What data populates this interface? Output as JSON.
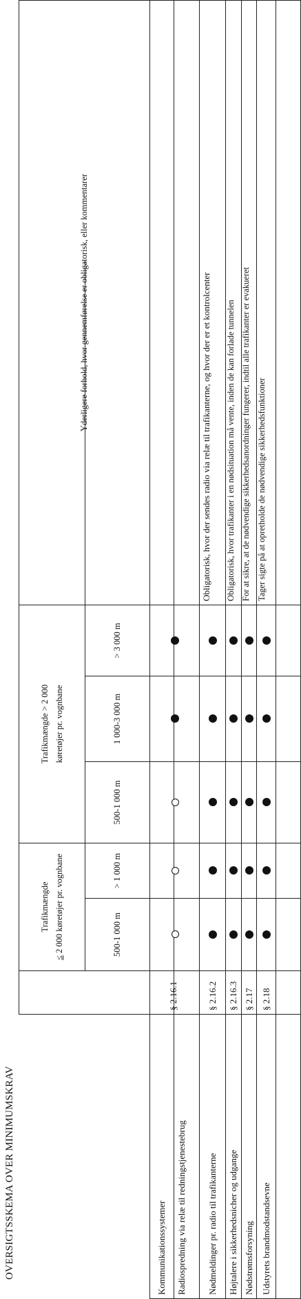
{
  "document": {
    "title": "OVERSIGTSSKEMA OVER MINIMUMSKRAV"
  },
  "header": {
    "group1_line1": "Trafikmængde",
    "group1_le": "≤",
    "group1_line2": "2 000 køretøjer pr. vognbane",
    "group2_line1": "Trafikmængde > 2 000",
    "group2_line2": "køretøjer pr. vognbane",
    "col_500_1000_a": "500-1 000 m",
    "col_gt_1000": "> 1 000 m",
    "col_500_1000_b": "500-1 000 m",
    "col_1000_3000": "1 000-3 000 m",
    "col_gt_3000": "> 3 000 m",
    "notes_header": "Yderligere forhold, hvor gennemførelse er obligatorisk, eller kommentarer"
  },
  "legend_symbols": {
    "filled": "●",
    "open": "○"
  },
  "rows": [
    {
      "category": "Kommunikationssystemer",
      "item": "Radiospredning via relæ til redningstjenestebrug",
      "section": "§ 2.16.1",
      "marks": [
        "open",
        "open",
        "open",
        "filled",
        "filled"
      ],
      "note": ""
    },
    {
      "category": "",
      "item": "Nødmeldinger pr. radio til trafikanterne",
      "section": "§ 2.16.2",
      "marks": [
        "filled",
        "filled",
        "filled",
        "filled",
        "filled"
      ],
      "note": "Obligatorisk, hvor der sendes radio via relæ til trafikanterne, og hvor der er et kontrolcenter"
    },
    {
      "category": "",
      "item": "Højtalere i sikkerhedsnicher og udgange",
      "section": "§ 2.16.3",
      "marks": [
        "filled",
        "filled",
        "filled",
        "filled",
        "filled"
      ],
      "note": "Obligatorisk, hvor trafikanter i en nødsituation må vente, inden de kan forlade tunnelen"
    },
    {
      "category": "Nødstrømsforsyning",
      "item": "",
      "section": "§ 2.17",
      "marks": [
        "filled",
        "filled",
        "filled",
        "filled",
        "filled"
      ],
      "note": "For at sikre, at de nødvendige sikkerhedsanordninger fungerer, indtil alle trafikanter er evakueret"
    },
    {
      "category": "Udstyrets brandmodstandsevne",
      "item": "",
      "section": "§ 2.18",
      "marks": [
        "filled",
        "filled",
        "filled",
        "filled",
        "filled"
      ],
      "note": "Tager sigte på at opretholde de nødvendige sikkerhedsfunktioner"
    }
  ]
}
